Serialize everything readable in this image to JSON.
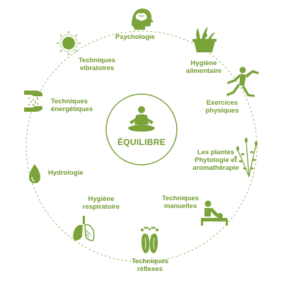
{
  "colors": {
    "primary": "#7aa33a",
    "ring": "#9bbf6a",
    "text": "#6f9a2d"
  },
  "center": {
    "label": "ÉQUILIBRE",
    "icon": "meditation-icon"
  },
  "items": [
    {
      "id": "psychologie",
      "label": "Psychologie",
      "icon": "head-brain-icon"
    },
    {
      "id": "hygiene-alimentaire",
      "label": "Hygiène\nalimentaire",
      "icon": "food-basket-icon"
    },
    {
      "id": "exercices-physiques",
      "label": "Exercices\nphysiques",
      "icon": "exercising-person-icon"
    },
    {
      "id": "les-plantes",
      "label": "Les plantes\nPhytologie et\naromathérapie",
      "icon": "plant-icon"
    },
    {
      "id": "techniques-manuelles",
      "label": "Techniques\nmanuelles",
      "icon": "massage-icon"
    },
    {
      "id": "techniques-reflexes",
      "label": "Techniques\nréflexes",
      "icon": "feet-icon"
    },
    {
      "id": "hygiene-respiratoire",
      "label": "Hygiène\nrespiratoire",
      "icon": "lungs-icon"
    },
    {
      "id": "hydrologie",
      "label": "Hydrologie",
      "icon": "water-drop-icon"
    },
    {
      "id": "techniques-energetiques",
      "label": "Techniques\nénergétiques",
      "icon": "hands-energy-icon"
    },
    {
      "id": "techniques-vibratoires",
      "label": "Techniques\nvibratoires",
      "icon": "sun-vibration-icon"
    }
  ]
}
